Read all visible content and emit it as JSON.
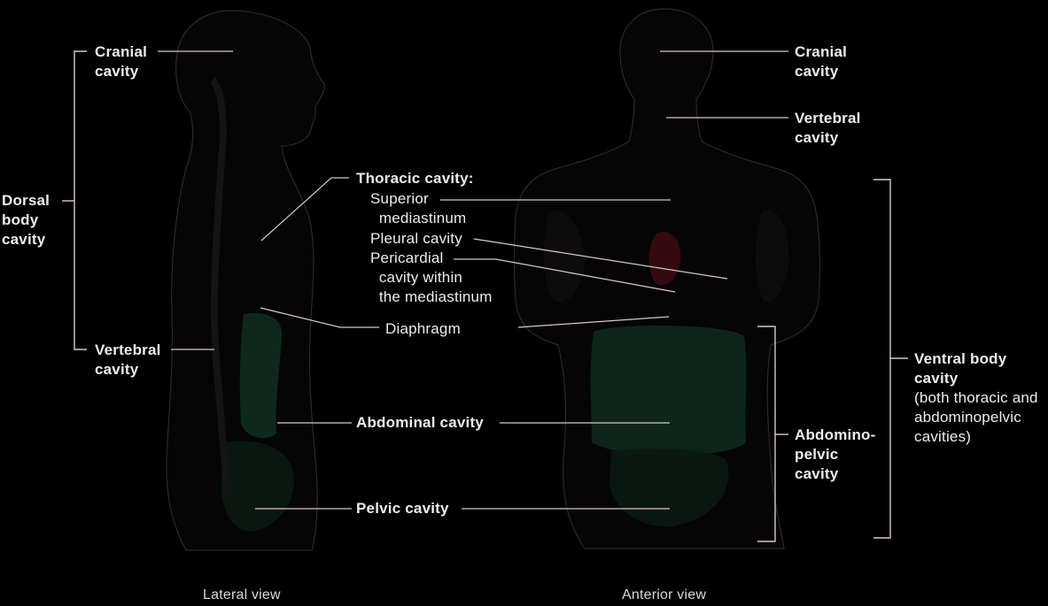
{
  "colors": {
    "background": "#000000",
    "body_outline": "#2a2a2a",
    "leader_line": "#d8c8c8",
    "abdominopelvic_tint": "#0f2c1f",
    "heart_tint": "#3a0a12"
  },
  "labels": {
    "dorsal": "Dorsal\nbody\ncavity",
    "cranial_left": "Cranial\ncavity",
    "vertebral_left": "Vertebral\ncavity",
    "thoracic_title": "Thoracic cavity:",
    "superior": "Superior\n  mediastinum",
    "pleural": "Pleural cavity",
    "pericardial": "Pericardial\n  cavity within\n  the mediastinum",
    "diaphragm": "Diaphragm",
    "abdominal": "Abdominal cavity",
    "pelvic": "Pelvic cavity",
    "cranial_right": "Cranial\ncavity",
    "vertebral_right": "Vertebral\ncavity",
    "abdominopelvic": "Abdomino-\npelvic\ncavity",
    "ventral_title": "Ventral body\ncavity",
    "ventral_note": "(both thoracic and\nabdominopelvic\ncavities)"
  },
  "views": {
    "lateral": "Lateral view",
    "anterior": "Anterior view"
  }
}
